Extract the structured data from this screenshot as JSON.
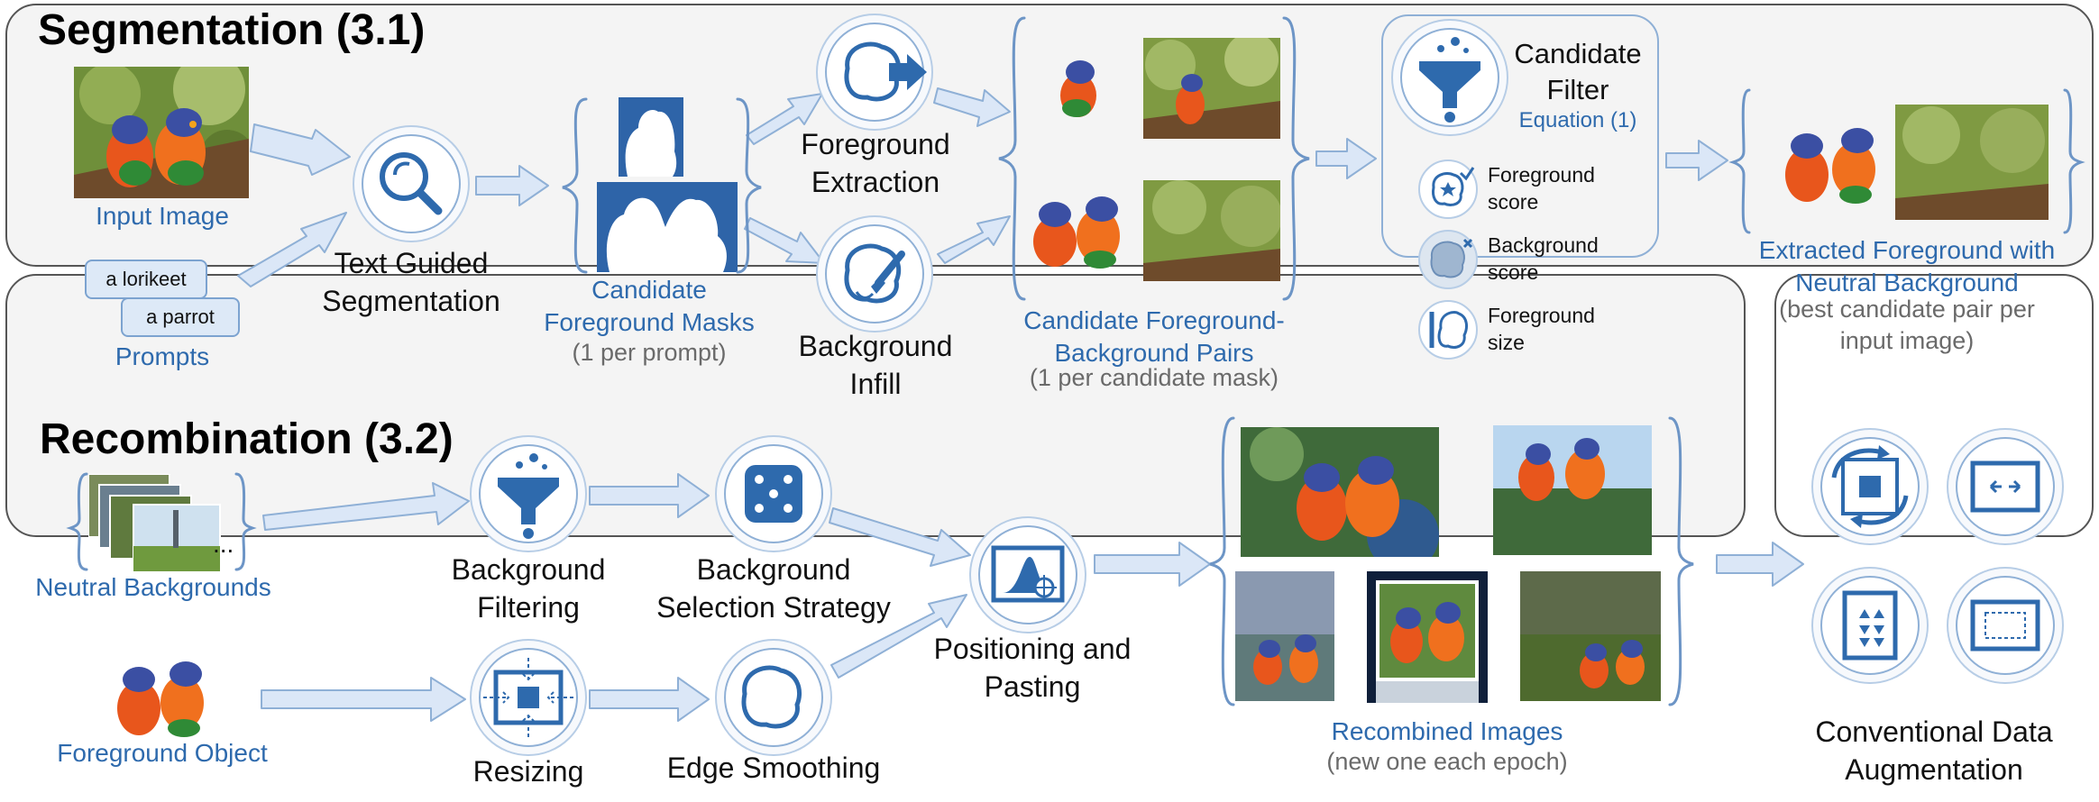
{
  "segmentation": {
    "title": "Segmentation (3.1)",
    "input_image": "Input Image",
    "prompts_label": "Prompts",
    "prompt_1": "a lorikeet",
    "prompt_2": "a parrot",
    "text_seg": [
      "Text Guided",
      "Segmentation"
    ],
    "masks": [
      "Candidate",
      "Foreground Masks"
    ],
    "masks_note": "(1 per prompt)",
    "fg_extraction": [
      "Foreground",
      "Extraction"
    ],
    "bg_infill": [
      "Background",
      "Infill"
    ],
    "pairs": [
      "Candidate Foreground-",
      "Background Pairs"
    ],
    "pairs_note": "(1 per candidate mask)",
    "filter_title": [
      "Candidate",
      "Filter"
    ],
    "filter_eq": "Equation (1)",
    "scores": [
      {
        "text": [
          "Foreground",
          "score"
        ],
        "icon": "star-blob-icon"
      },
      {
        "text": [
          "Background",
          "score"
        ],
        "icon": "blob-x-icon"
      },
      {
        "text": [
          "Foreground",
          "size"
        ],
        "icon": "blob-size-icon"
      }
    ],
    "result": [
      "Extracted Foreground with",
      "Neutral Background"
    ],
    "result_note": [
      "(best candidate pair per",
      "input image)"
    ]
  },
  "recombination": {
    "title": "Recombination (3.2)",
    "neutral_bgs": "Neutral Backgrounds",
    "ellipsis": "...",
    "fg_object": "Foreground Object",
    "bg_filtering": [
      "Background",
      "Filtering"
    ],
    "bg_selection": [
      "Background",
      "Selection Strategy"
    ],
    "resizing": "Resizing",
    "edge_smoothing": "Edge Smoothing",
    "pos_paste": [
      "Positioning and",
      "Pasting"
    ],
    "recombined": "Recombined Images",
    "recombined_note": "(new one each epoch)"
  },
  "augmentation": {
    "label": [
      "Conventional Data",
      "Augmentation"
    ]
  },
  "colors": {
    "accent": "#2e6aad",
    "arrow_fill": "#dbe7f7",
    "arrow_stroke": "#8fb0d6",
    "panel_bg": "#f4f4f4",
    "panel_border": "#555555"
  }
}
